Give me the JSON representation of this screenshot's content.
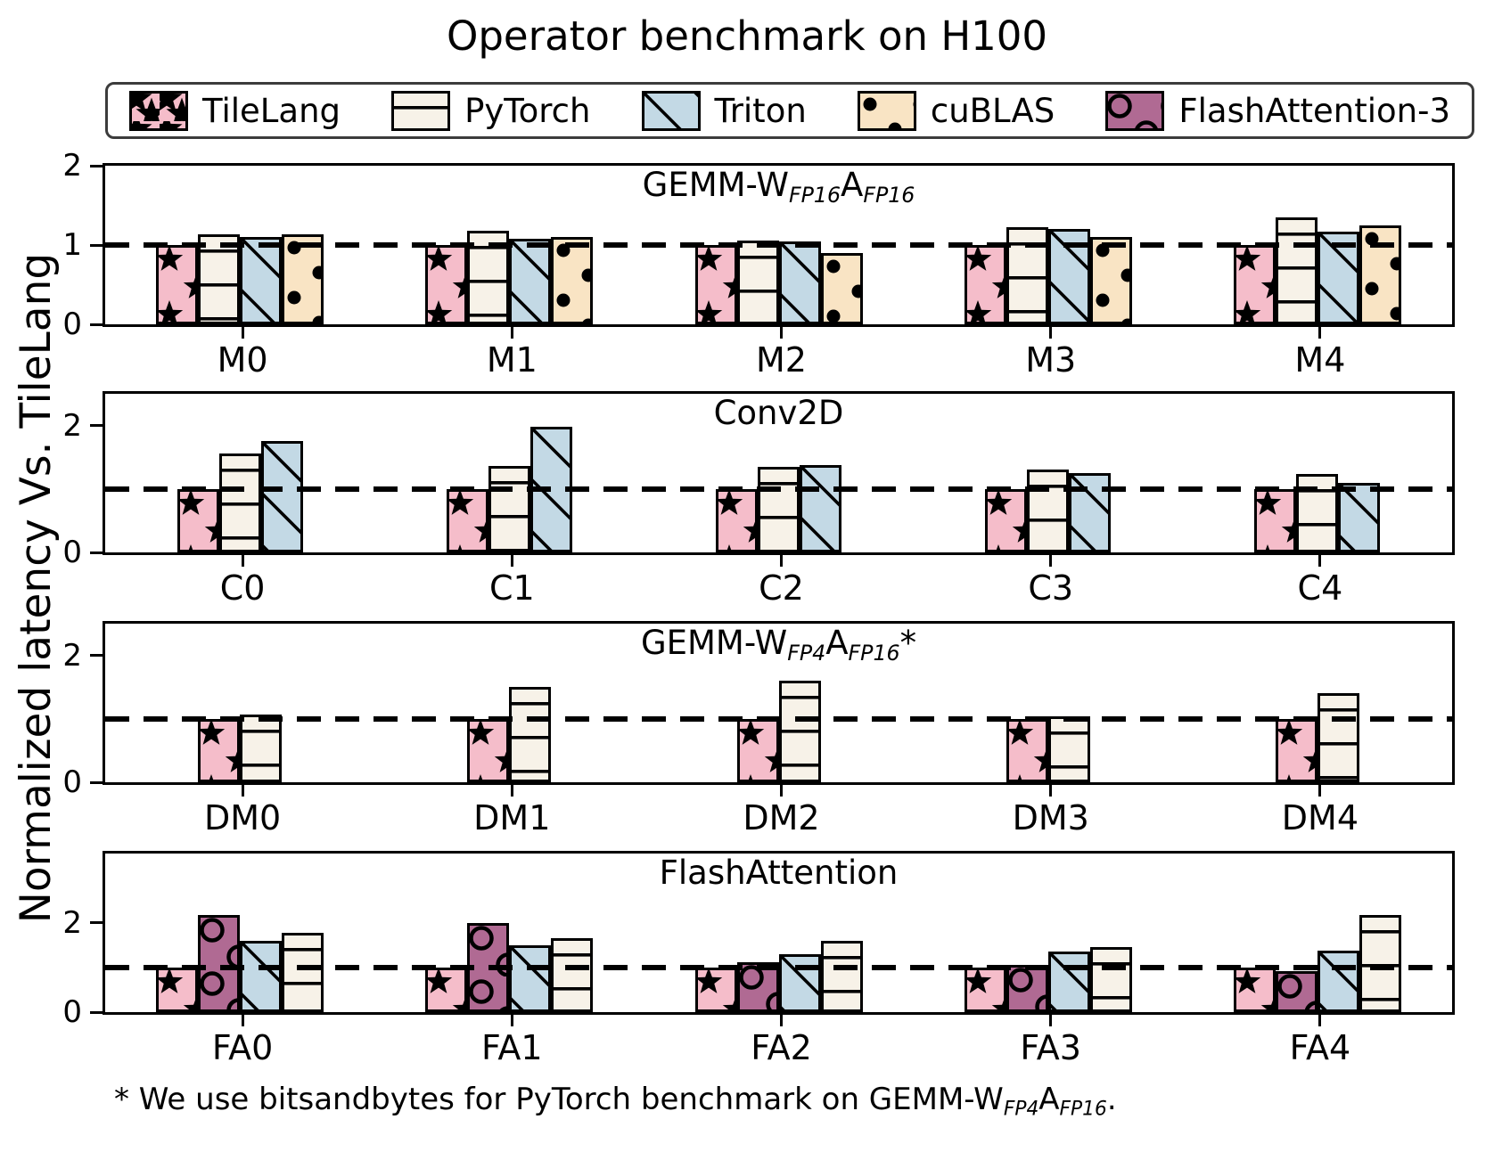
{
  "title": "Operator benchmark on H100",
  "ylabel": "Normalized latency Vs. TileLang",
  "footnote_segments": [
    {
      "t": "* We use bitsandbytes for PyTorch benchmark on GEMM-W"
    },
    {
      "t": "FP4",
      "sub": true
    },
    {
      "t": "A"
    },
    {
      "t": "FP16",
      "sub": true
    },
    {
      "t": "."
    }
  ],
  "colors": {
    "tilelang": "#f5bdca",
    "pytorch": "#f7f2e8",
    "triton": "#c3d9e5",
    "cublas": "#f9e4c4",
    "flashattention3": "#b06a93",
    "edge": "#000000"
  },
  "legend": {
    "items": [
      {
        "label": "TileLang",
        "key": "tilelang"
      },
      {
        "label": "PyTorch",
        "key": "pytorch"
      },
      {
        "label": "Triton",
        "key": "triton"
      },
      {
        "label": "cuBLAS",
        "key": "cublas"
      },
      {
        "label": "FlashAttention-3",
        "key": "flashattention3"
      }
    ]
  },
  "chart_data": [
    {
      "type": "bar",
      "title_segments": [
        {
          "t": "GEMM-W"
        },
        {
          "t": "FP16",
          "sub": true
        },
        {
          "t": "A"
        },
        {
          "t": "FP16",
          "sub": true
        }
      ],
      "categories": [
        "M0",
        "M1",
        "M2",
        "M3",
        "M4"
      ],
      "ylim": [
        0,
        2.0
      ],
      "yticks": [
        0,
        1,
        2
      ],
      "ref_line": 1,
      "grid": false,
      "series": [
        {
          "name": "TileLang",
          "key": "tilelang",
          "values": [
            1.0,
            1.0,
            1.0,
            1.0,
            1.0
          ]
        },
        {
          "name": "PyTorch",
          "key": "pytorch",
          "values": [
            1.13,
            1.18,
            1.06,
            1.22,
            1.35
          ]
        },
        {
          "name": "Triton",
          "key": "triton",
          "values": [
            1.1,
            1.08,
            1.04,
            1.2,
            1.17
          ]
        },
        {
          "name": "cuBLAS",
          "key": "cublas",
          "values": [
            1.13,
            1.1,
            0.9,
            1.1,
            1.25
          ]
        }
      ]
    },
    {
      "type": "bar",
      "title_segments": [
        {
          "t": "Conv2D"
        }
      ],
      "categories": [
        "C0",
        "C1",
        "C2",
        "C3",
        "C4"
      ],
      "ylim": [
        0,
        2.5
      ],
      "yticks": [
        0,
        2
      ],
      "ref_line": 1,
      "grid": false,
      "series": [
        {
          "name": "TileLang",
          "key": "tilelang",
          "values": [
            1.0,
            1.0,
            1.0,
            1.0,
            1.0
          ]
        },
        {
          "name": "PyTorch",
          "key": "pytorch",
          "values": [
            1.56,
            1.36,
            1.35,
            1.31,
            1.24
          ]
        },
        {
          "name": "Triton",
          "key": "triton",
          "values": [
            1.76,
            1.98,
            1.37,
            1.25,
            1.1
          ]
        }
      ]
    },
    {
      "type": "bar",
      "title_segments": [
        {
          "t": "GEMM-W"
        },
        {
          "t": "FP4",
          "sub": true
        },
        {
          "t": "A"
        },
        {
          "t": "FP16",
          "sub": true
        },
        {
          "t": "*"
        }
      ],
      "categories": [
        "DM0",
        "DM1",
        "DM2",
        "DM3",
        "DM4"
      ],
      "ylim": [
        0,
        2.5
      ],
      "yticks": [
        0,
        2
      ],
      "ref_line": 1,
      "grid": false,
      "series": [
        {
          "name": "TileLang",
          "key": "tilelang",
          "values": [
            1.0,
            1.0,
            1.0,
            1.0,
            1.0
          ]
        },
        {
          "name": "PyTorch",
          "key": "pytorch",
          "values": [
            1.07,
            1.5,
            1.6,
            1.04,
            1.41
          ]
        }
      ]
    },
    {
      "type": "bar",
      "title_segments": [
        {
          "t": "FlashAttention"
        }
      ],
      "categories": [
        "FA0",
        "FA1",
        "FA2",
        "FA3",
        "FA4"
      ],
      "ylim": [
        0,
        3.55
      ],
      "yticks": [
        0,
        2
      ],
      "ref_line": 1,
      "grid": false,
      "series": [
        {
          "name": "TileLang",
          "key": "tilelang",
          "values": [
            1.0,
            1.0,
            1.0,
            1.0,
            1.0
          ]
        },
        {
          "name": "FlashAttention-3",
          "key": "flashattention3",
          "values": [
            2.18,
            2.0,
            1.12,
            1.05,
            0.92
          ]
        },
        {
          "name": "Triton",
          "key": "triton",
          "values": [
            1.6,
            1.5,
            1.3,
            1.35,
            1.38
          ]
        },
        {
          "name": "PyTorch",
          "key": "pytorch",
          "values": [
            1.78,
            1.65,
            1.6,
            1.45,
            2.18
          ]
        }
      ]
    }
  ]
}
